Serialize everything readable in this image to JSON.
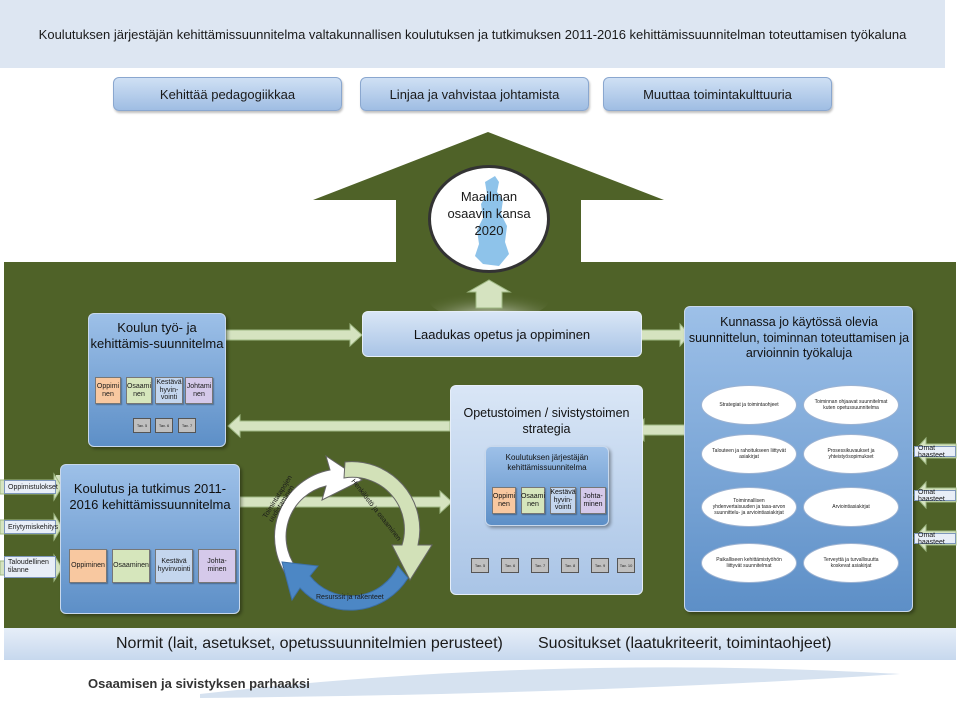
{
  "header": {
    "title": "Koulutuksen järjestäjän kehittämissuunnitelma valtakunnallisen koulutuksen ja tutkimuksen 2011-2016 kehittämissuunnitelman toteuttamisen työkaluna"
  },
  "goals": [
    "Kehittää pedagogiikkaa",
    "Linjaa ja vahvistaa johtamista",
    "Muuttaa toimintakulttuuria"
  ],
  "vision": {
    "line1": "Maailman",
    "line2": "osaavin kansa",
    "line3": "2020"
  },
  "school_plan": {
    "title": "Koulun työ- ja kehittämis-suunnitelma",
    "chips": [
      "Oppimi nen",
      "Osaami nen",
      "Kestävä hyvin-vointi",
      "Johtami nen"
    ],
    "tiny": [
      "Tav. 5",
      "Tav. 6",
      "Tav. 7"
    ]
  },
  "quality_box": "Laadukas opetus ja oppiminen",
  "municipality": {
    "title": "Kunnassa jo käytössä olevia suunnittelun, toiminnan toteuttamisen ja arvioinnin työkaluja",
    "ovals": [
      "Strategiat ja toimintaohjeet",
      "Toiminnan ohjaavat suunnitelmat kuten opetussuunnitelma",
      "Talouteen ja rahoitukseen liittyvät asiakirjat",
      "Prosessikuvaukset ja yhteistyösopimukset",
      "Toiminnallisen yhdenvertaisuuden ja tasa-arvon suunnittelu- ja arviointiasiakirjat",
      "Arviointiasiakirjat",
      "Paikalliseen kehittämistyöhön liittyvät suunnitelmat",
      "Terveyttä ja turvallisuutta koskevat asiakirjat"
    ],
    "side_labels": [
      "Omat haasteet",
      "Omat haasteet",
      "Omat haasteet"
    ]
  },
  "strategy": {
    "title": "Opetustoimen / sivistystoimen strategia",
    "inner_title": "Koulutuksen järjestäjän kehittämissuunnitelma",
    "chips": [
      "Oppimi nen",
      "Osaami nen",
      "Kestävä hyvin-vointi",
      "Johta-minen"
    ],
    "tiny": [
      "Tav. 5",
      "Tav. 6",
      "Tav. 7",
      "Tav. 8",
      "Tav. 9",
      "Tav. 10"
    ]
  },
  "national_plan": {
    "title": "Koulutus ja tutkimus 2011-2016 kehittämissuunnitelma",
    "chips": [
      "Oppiminen",
      "Osaaminen",
      "Kestävä hyvinvointi",
      "Johta-minen"
    ],
    "side_labels": [
      "Oppimistulokset",
      "Eriytymiskehitys",
      "Taloudellinen tilanne"
    ]
  },
  "cycle": {
    "arc1": "Toimintatapojen uudistaminen",
    "arc2": "Henkilöstö ja osaaminen",
    "arc3": "Resurssit ja rakenteet"
  },
  "footer": {
    "left": "Normit (lait, asetukset, opetussuunnitelmien perusteet)",
    "right": "Suositukset (laatukriteerit, toimintaohjeet)"
  },
  "brand": {
    "text": "Osaamisen ja sivistyksen parhaaksi"
  },
  "colors": {
    "background": "#4f6228",
    "panel": "#7aa6d9",
    "header": "#dde6f2"
  }
}
